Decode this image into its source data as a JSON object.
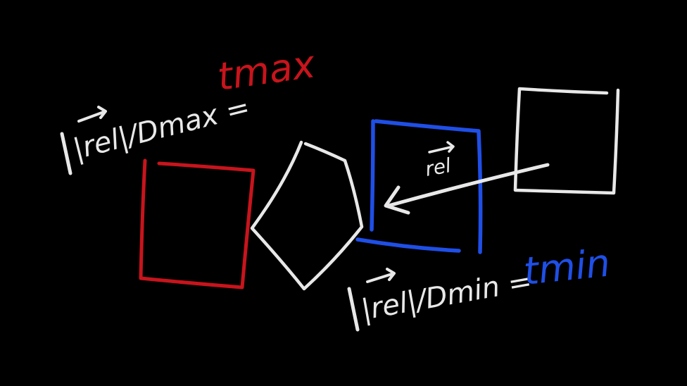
{
  "colors": {
    "background": "#000000",
    "ink": "#e8e8e8",
    "red": "#c8141c",
    "blue": "#1f4fe6"
  },
  "labels": {
    "top_formula_lhs": "|rel|/Dmax =",
    "top_formula_rhs": "tmax",
    "bottom_formula_lhs": "|rel|/Dmin =",
    "bottom_formula_rhs": "tmin",
    "arrow_label": "rel"
  },
  "shapes": {
    "red_box": "red square",
    "white_pentagon": "pentagon",
    "blue_box": "blue square",
    "white_box": "white square",
    "rel_arrow": "rel vector arrow"
  }
}
